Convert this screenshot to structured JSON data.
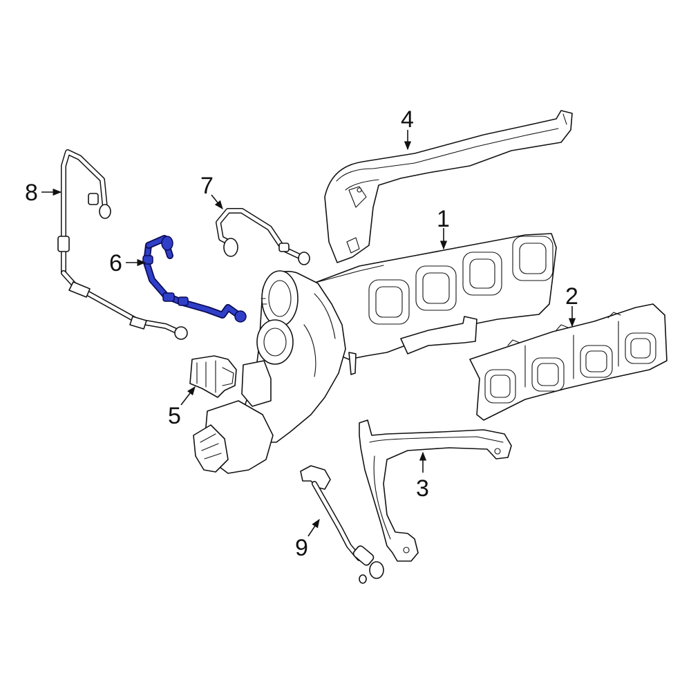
{
  "diagram": {
    "highlight_color": "#2f3fc8",
    "line_color": "#111111",
    "callouts": [
      {
        "id": "1",
        "label": "1"
      },
      {
        "id": "2",
        "label": "2"
      },
      {
        "id": "3",
        "label": "3"
      },
      {
        "id": "4",
        "label": "4"
      },
      {
        "id": "5",
        "label": "5"
      },
      {
        "id": "6",
        "label": "6"
      },
      {
        "id": "7",
        "label": "7"
      },
      {
        "id": "8",
        "label": "8"
      },
      {
        "id": "9",
        "label": "9"
      }
    ],
    "highlighted_part": "6"
  }
}
